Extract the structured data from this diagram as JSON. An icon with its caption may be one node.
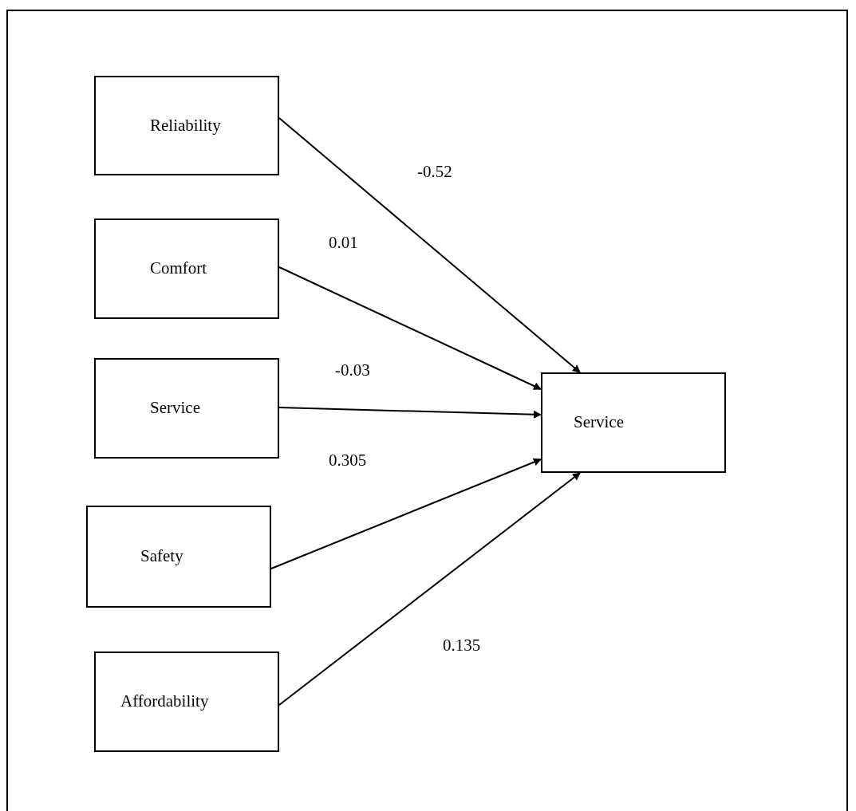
{
  "diagram": {
    "nodes": [
      {
        "text": [
          "Reliability"
        ]
      },
      {
        "text": [
          "Comfort"
        ]
      },
      {
        "text": [
          "Service"
        ]
      },
      {
        "text": [
          "Safety"
        ]
      },
      {
        "text": [
          "Affordability"
        ]
      },
      {
        "text": [
          "Service"
        ]
      }
    ],
    "edges": [
      {
        "from": 0,
        "to": 5,
        "arrow": "to",
        "label": "-0.52"
      },
      {
        "from": 1,
        "to": 5,
        "arrow": "to",
        "label": "0.01"
      },
      {
        "from": 2,
        "to": 5,
        "arrow": "to",
        "label": "-0.03"
      },
      {
        "from": 3,
        "to": 5,
        "arrow": "to",
        "label": "0.305"
      },
      {
        "from": 4,
        "to": 5,
        "arrow": "to",
        "label": "0.135"
      }
    ]
  }
}
